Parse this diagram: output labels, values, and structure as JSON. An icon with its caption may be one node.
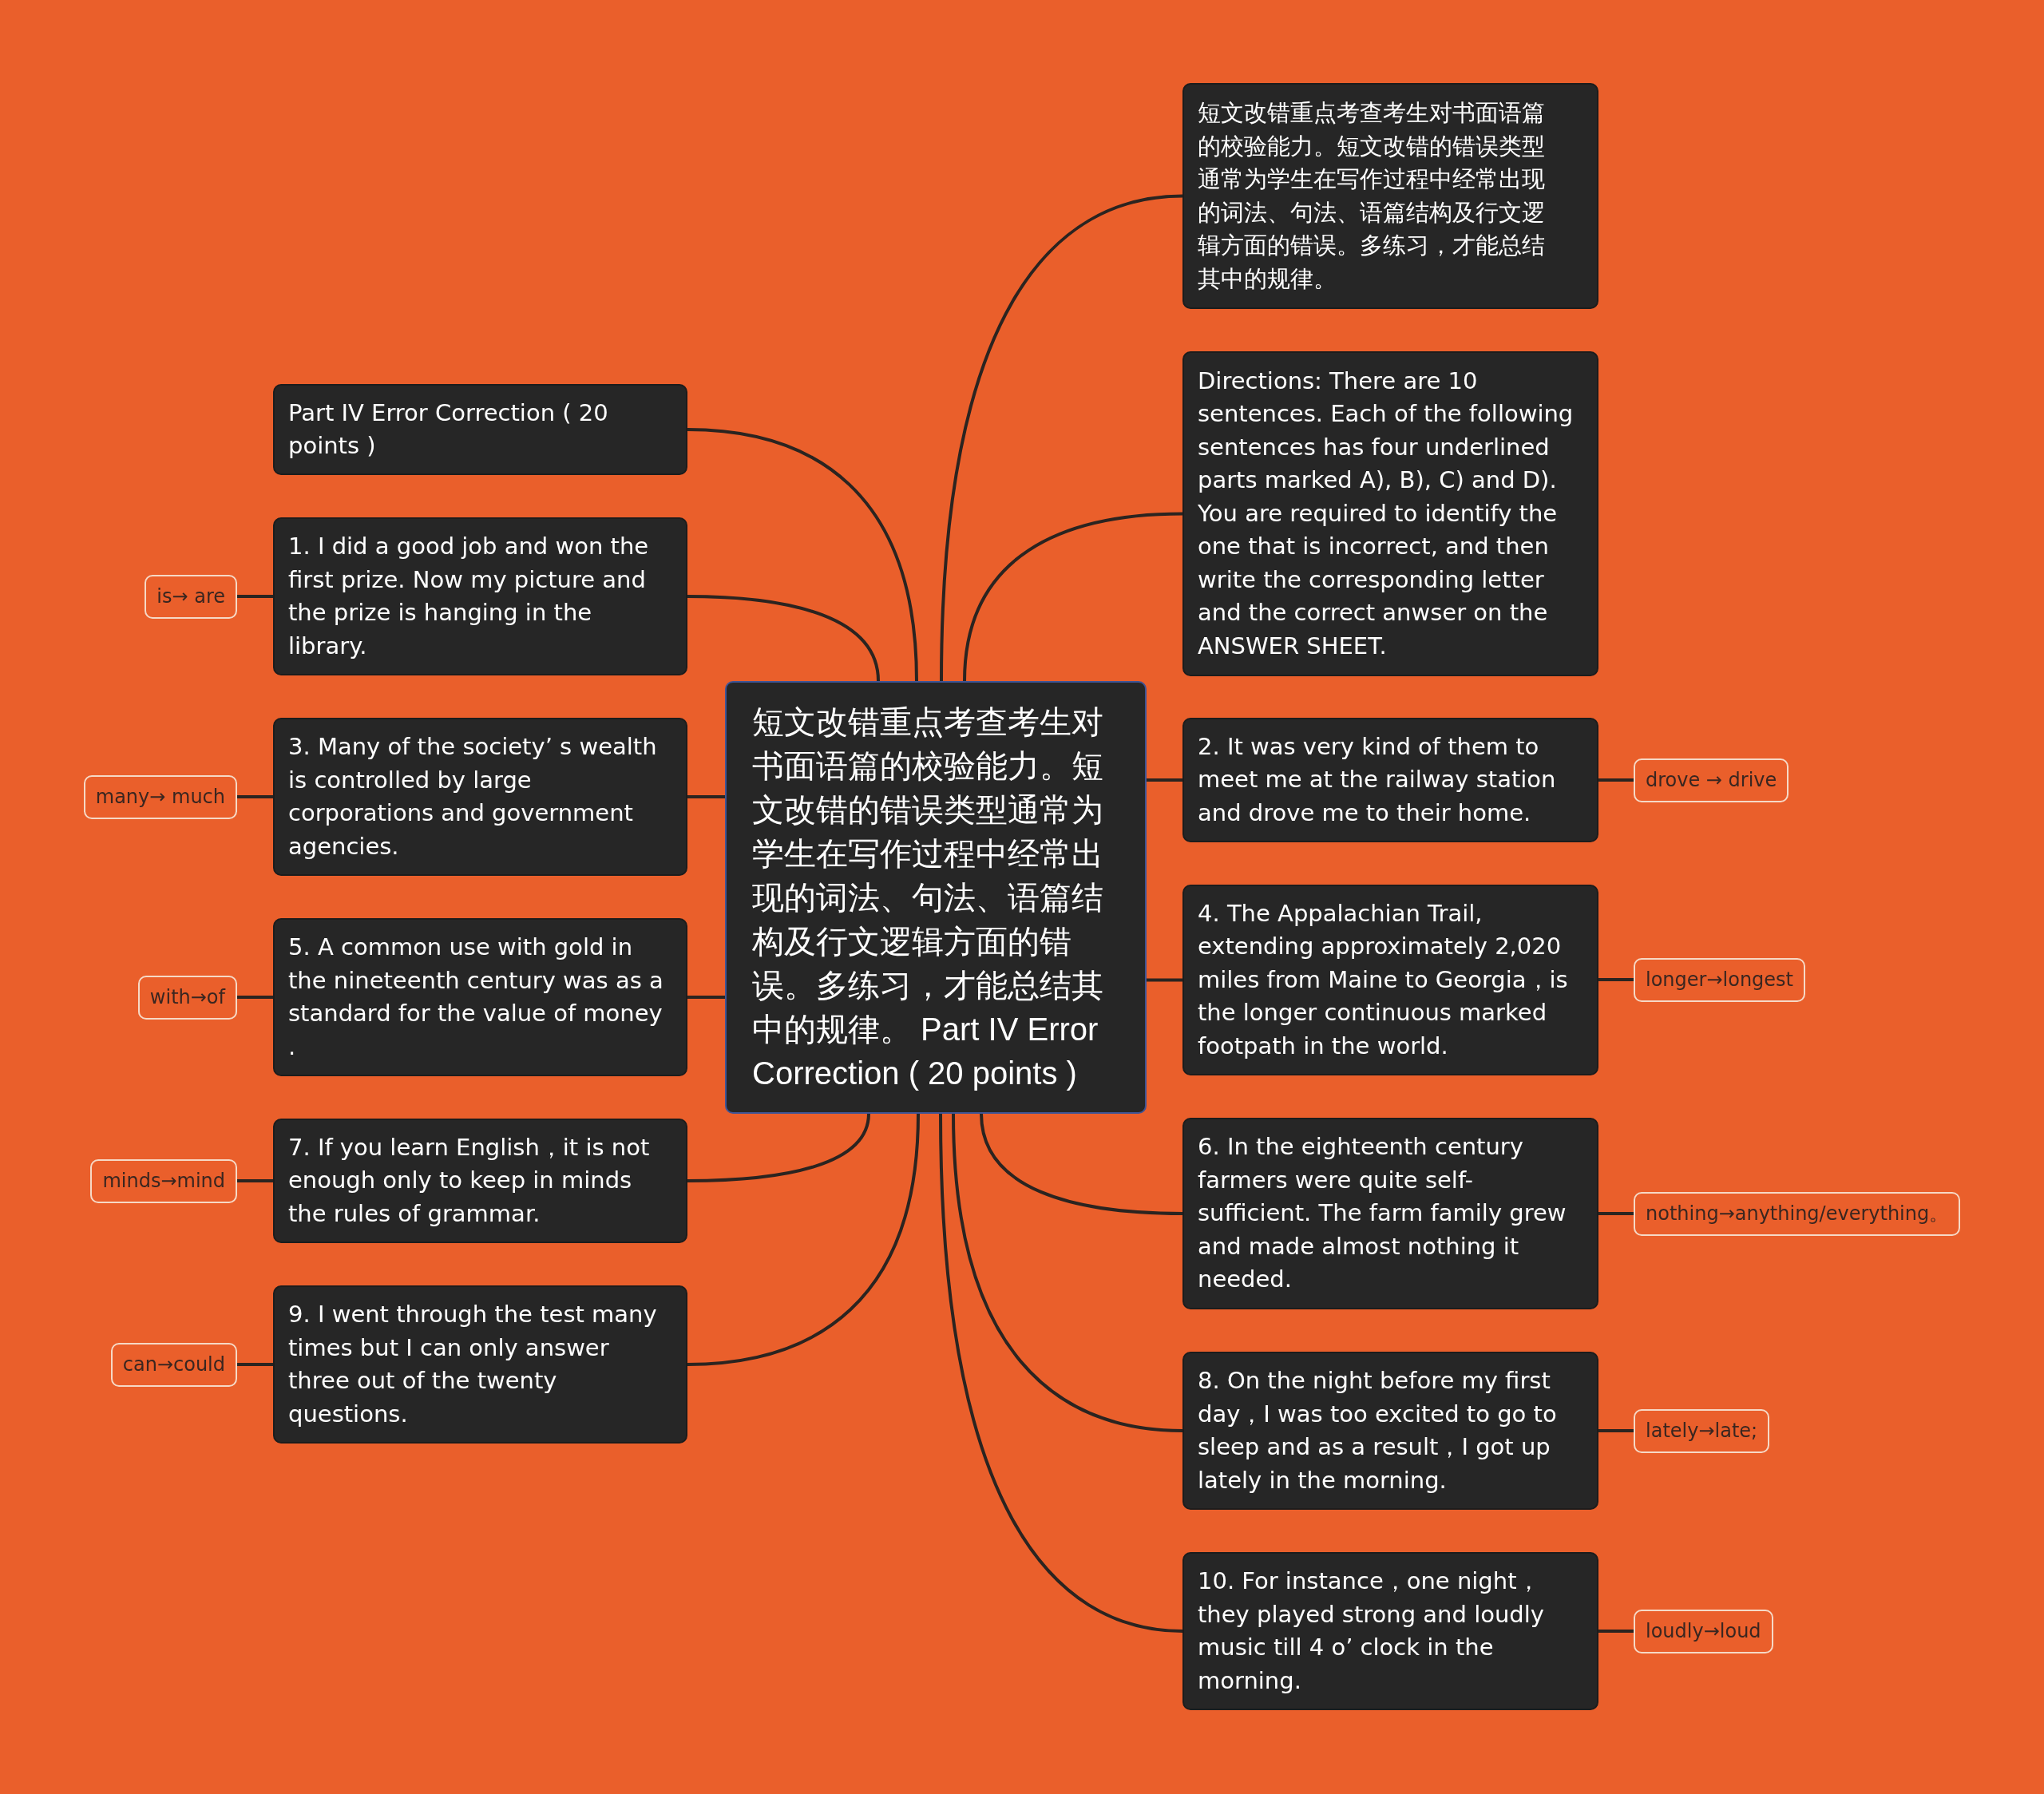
{
  "diagram": {
    "nodes": [
      {
        "text": [
          "短文改错重点考查考生对书面语篇的校验能力。短文改错的错误类型通常为学生在写作过程中经常出现的词法、句法、语篇结构及行文逻辑方面的错误。多练习，才能总结其中的规律。 Part IV Error Correction ( 20 points )"
        ]
      },
      {
        "text": [
          "Part IV Error Correction ( 20 points )"
        ]
      },
      {
        "text": [
          "短文改错重点考查考生对书面语篇的校验能力。短文改错的错误类型通常为学生在写作过程中经常出现的词法、句法、语篇结构及行文逻辑方面的错误。多练习，才能总结其中的规律。"
        ]
      },
      {
        "text": [
          "Directions: There are 10 sentences. Each of the following sentences has four underlined parts marked A), B), C) and D). You are required to identify the one that is incorrect, and then write the corresponding letter and the correct anwser on the ANSWER SHEET."
        ]
      },
      {
        "text": [
          "1. I did a good job and won the first prize. Now my picture and the prize is hanging in the library."
        ]
      },
      {
        "text": [
          "is→ are"
        ]
      },
      {
        "text": [
          "2. It was very kind of them to meet me at the railway station and drove me to their home."
        ]
      },
      {
        "text": [
          "drove → drive"
        ]
      },
      {
        "text": [
          "3. Many of the society’ s wealth is controlled by large corporations and government agencies."
        ]
      },
      {
        "text": [
          "many→ much"
        ]
      },
      {
        "text": [
          "4. The Appalachian Trail, extending approximately 2,020 miles from Maine to Georgia，is the longer continuous marked footpath in the world."
        ]
      },
      {
        "text": [
          "longer→longest"
        ]
      },
      {
        "text": [
          "5. A common use with gold in the nineteenth century was as a standard for the value of money ."
        ]
      },
      {
        "text": [
          "with→of"
        ]
      },
      {
        "text": [
          "6. In the eighteenth century farmers were quite self-sufficient. The farm family grew and made almost nothing it needed."
        ]
      },
      {
        "text": [
          "nothing→anything/everything。"
        ]
      },
      {
        "text": [
          "7. If you learn English，it is not enough only to keep in minds the rules of grammar."
        ]
      },
      {
        "text": [
          "minds→mind"
        ]
      },
      {
        "text": [
          "8. On the night before my first day，I was too excited to go to sleep and as a result，I got up lately in the morning."
        ]
      },
      {
        "text": [
          "lately→late;"
        ]
      },
      {
        "text": [
          "9. I went through the test many times but I can only answer three out of the twenty questions."
        ]
      },
      {
        "text": [
          "can→could"
        ]
      },
      {
        "text": [
          "10. For instance，one night，they played strong and loudly music till 4 o’ clock in the morning."
        ]
      },
      {
        "text": [
          "loudly→loud"
        ]
      }
    ],
    "edges": [
      {
        "from": 0,
        "to": 1,
        "arrow": "none"
      },
      {
        "from": 0,
        "to": 2,
        "arrow": "none"
      },
      {
        "from": 0,
        "to": 3,
        "arrow": "none"
      },
      {
        "from": 0,
        "to": 4,
        "arrow": "none"
      },
      {
        "from": 4,
        "to": 5,
        "arrow": "none"
      },
      {
        "from": 0,
        "to": 6,
        "arrow": "none"
      },
      {
        "from": 6,
        "to": 7,
        "arrow": "none"
      },
      {
        "from": 0,
        "to": 8,
        "arrow": "none"
      },
      {
        "from": 8,
        "to": 9,
        "arrow": "none"
      },
      {
        "from": 0,
        "to": 10,
        "arrow": "none"
      },
      {
        "from": 10,
        "to": 11,
        "arrow": "none"
      },
      {
        "from": 0,
        "to": 12,
        "arrow": "none"
      },
      {
        "from": 12,
        "to": 13,
        "arrow": "none"
      },
      {
        "from": 0,
        "to": 14,
        "arrow": "none"
      },
      {
        "from": 14,
        "to": 15,
        "arrow": "none"
      },
      {
        "from": 0,
        "to": 16,
        "arrow": "none"
      },
      {
        "from": 16,
        "to": 17,
        "arrow": "none"
      },
      {
        "from": 0,
        "to": 18,
        "arrow": "none"
      },
      {
        "from": 18,
        "to": 19,
        "arrow": "none"
      },
      {
        "from": 0,
        "to": 20,
        "arrow": "none"
      },
      {
        "from": 20,
        "to": 21,
        "arrow": "none"
      },
      {
        "from": 0,
        "to": 22,
        "arrow": "none"
      },
      {
        "from": 22,
        "to": 23,
        "arrow": "none"
      }
    ]
  }
}
